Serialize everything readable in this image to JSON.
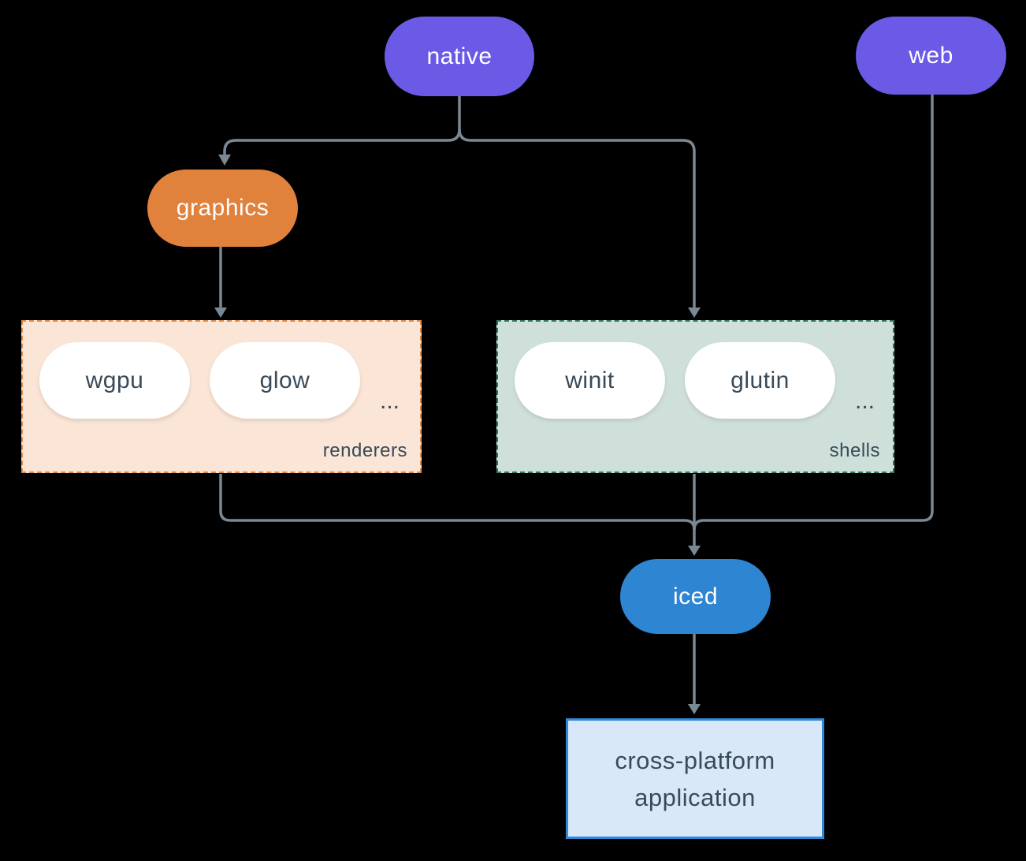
{
  "nodes": {
    "native": {
      "label": "native"
    },
    "web": {
      "label": "web"
    },
    "graphics": {
      "label": "graphics"
    },
    "iced": {
      "label": "iced"
    },
    "application": {
      "line1": "cross-platform",
      "line2": "application"
    }
  },
  "groups": {
    "renderers": {
      "label": "renderers",
      "items": [
        "wgpu",
        "glow"
      ],
      "ellipsis": "..."
    },
    "shells": {
      "label": "shells",
      "items": [
        "winit",
        "glutin"
      ],
      "ellipsis": "..."
    }
  },
  "edges": [
    {
      "from": "native",
      "to": "graphics"
    },
    {
      "from": "native",
      "to": "shells"
    },
    {
      "from": "graphics",
      "to": "renderers"
    },
    {
      "from": "renderers",
      "to": "iced"
    },
    {
      "from": "shells",
      "to": "iced"
    },
    {
      "from": "web",
      "to": "iced"
    },
    {
      "from": "iced",
      "to": "application"
    }
  ],
  "colors": {
    "bg": "#000000",
    "purple": "#6a5ae6",
    "orange": "#e0813c",
    "orange-dash": "#e08845",
    "peach": "#fae5d6",
    "teal-dash": "#2e7566",
    "mint": "#cfe0da",
    "white-pill": "#ffffff",
    "dark-text": "#394a58",
    "blue": "#2e86d3",
    "app-fill": "#d9e8f8",
    "app-border": "#2f88d8",
    "connector": "#7a8894"
  }
}
